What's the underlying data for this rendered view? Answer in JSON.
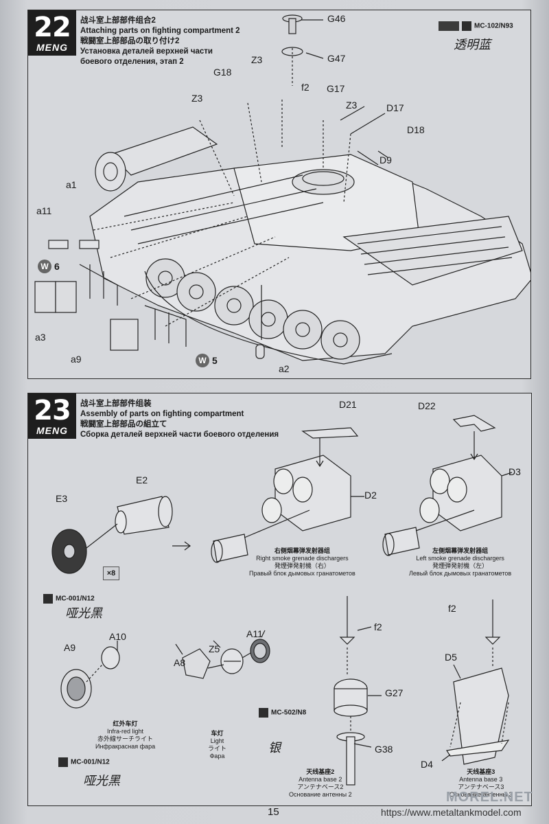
{
  "step22": {
    "number": "22",
    "brand": "MENG",
    "title_cn": "战斗室上部部件组合2",
    "title_en": "Attaching parts on fighting compartment 2",
    "title_jp": "戦闘室上部部品の取り付け2",
    "title_ru1": "Установка деталей верхней части",
    "title_ru2": "боевого отделения, этап 2",
    "paint_code": "MC-102/N93",
    "paint_sig": "透明蓝",
    "labels": {
      "G46": "G46",
      "G47": "G47",
      "Z3a": "Z3",
      "G18": "G18",
      "f2": "f2",
      "G17": "G17",
      "Z3b": "Z3",
      "Z3c": "Z3",
      "D17": "D17",
      "D18": "D18",
      "D9": "D9",
      "a1": "a1",
      "a11": "a11",
      "a3": "a3",
      "a9": "a9",
      "a2": "a2"
    },
    "w6": "6",
    "w5": "5",
    "w_letter": "W"
  },
  "step23": {
    "number": "23",
    "brand": "MENG",
    "title_cn": "战斗室上部部件组装",
    "title_en": "Assembly of parts on fighting compartment",
    "title_jp": "戦闘室上部部品の組立て",
    "title_ru": "Сборка деталей верхней части боевого отделения",
    "labels": {
      "E3": "E3",
      "E2": "E2",
      "D21": "D21",
      "D2": "D2",
      "D22": "D22",
      "D3": "D3",
      "A9": "A9",
      "A10": "A10",
      "A8": "A8",
      "Z5": "Z5",
      "A11": "A11",
      "f2a": "f2",
      "G27": "G27",
      "G38": "G38",
      "f2b": "f2",
      "D5": "D5",
      "D4": "D4"
    },
    "qty": "×8",
    "right_smoke": {
      "cn": "右侧烟幕弹发射器组",
      "en": "Right smoke grenade dischargers",
      "jp": "発煙弾発射機（右）",
      "ru": "Правый блок дымовых гранатометов"
    },
    "left_smoke": {
      "cn": "左侧烟幕弹发射器组",
      "en": "Left smoke grenade dischargers",
      "jp": "発煙弾発射機（左）",
      "ru": "Левый блок дымовых гранатометов"
    },
    "ir_light": {
      "cn": "红外车灯",
      "en": "Infra-red light",
      "jp": "赤外線サーチライト",
      "ru": "Инфракрасная фара"
    },
    "light": {
      "cn": "车灯",
      "en": "Light",
      "jp": "ライト",
      "ru": "Фара"
    },
    "antenna2": {
      "cn": "天线基座2",
      "en": "Antenna base 2",
      "jp": "アンテナベース2",
      "ru": "Основание антенны 2"
    },
    "antenna3": {
      "cn": "天线基座3",
      "en": "Antenna base 3",
      "jp": "アンテナベース3",
      "ru": "Основание антенны 3"
    },
    "paint1_code": "MC-001/N12",
    "paint1_sig": "哑光黑",
    "paint2_code": "MC-001/N12",
    "paint2_sig": "哑光黑",
    "paint3_code": "MC-502/N8",
    "paint3_sig": "银"
  },
  "footer": {
    "page": "15",
    "url": "https://www.metaltankmodel.com",
    "wm": "MOREL.NET"
  }
}
